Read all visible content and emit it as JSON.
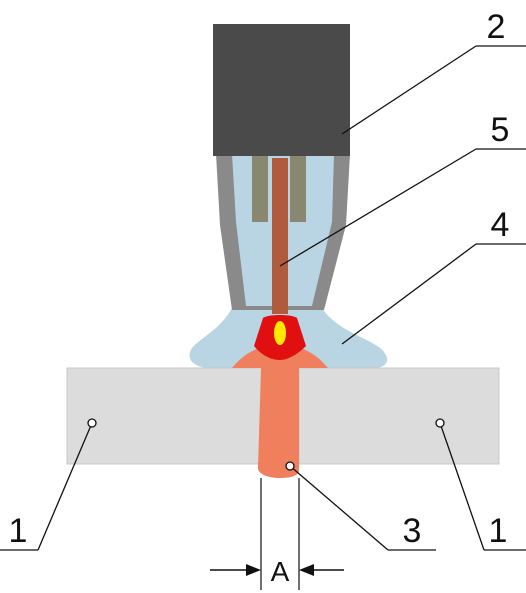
{
  "labels": {
    "workpiece_left": "1",
    "workpiece_right": "1",
    "weld_root": "3",
    "torch_body": "2",
    "gas_shield": "4",
    "electrode": "5",
    "gap_dimension": "A"
  },
  "colors": {
    "torch_body": "#4a4a4a",
    "nozzle_outer": "#8a8a8a",
    "nozzle_inner": "#b9d4e2",
    "contact_tube": "#888870",
    "electrode": "#b05a3e",
    "gas_shield": "#b9d4e2",
    "workpiece": "#dcdcdc",
    "weld_metal": "#f07f5e",
    "arc_red": "#e01010",
    "arc_core": "#ffe800",
    "lines": "#111111"
  }
}
